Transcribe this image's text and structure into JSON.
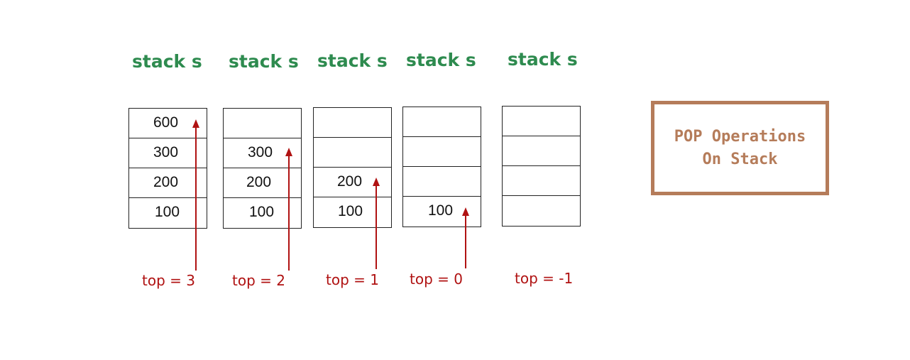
{
  "stacks": [
    {
      "title": "stack s",
      "cells": [
        "600",
        "300",
        "200",
        "100"
      ],
      "top_label": "top = 3",
      "top_index": 3
    },
    {
      "title": "stack s",
      "cells": [
        "",
        "300",
        "200",
        "100"
      ],
      "top_label": "top = 2",
      "top_index": 2
    },
    {
      "title": "stack s",
      "cells": [
        "",
        "",
        "200",
        "100"
      ],
      "top_label": "top = 1",
      "top_index": 1
    },
    {
      "title": "stack s",
      "cells": [
        "",
        "",
        "",
        "100"
      ],
      "top_label": "top = 0",
      "top_index": 0
    },
    {
      "title": "stack s",
      "cells": [
        "",
        "",
        "",
        ""
      ],
      "top_label": "top = -1",
      "top_index": -1
    }
  ],
  "note": {
    "line1": "POP Operations",
    "line2": "On Stack"
  },
  "colors": {
    "title": "#2e8b4f",
    "arrow": "#b01212",
    "note": "#b57c5a",
    "border": "#222222"
  }
}
